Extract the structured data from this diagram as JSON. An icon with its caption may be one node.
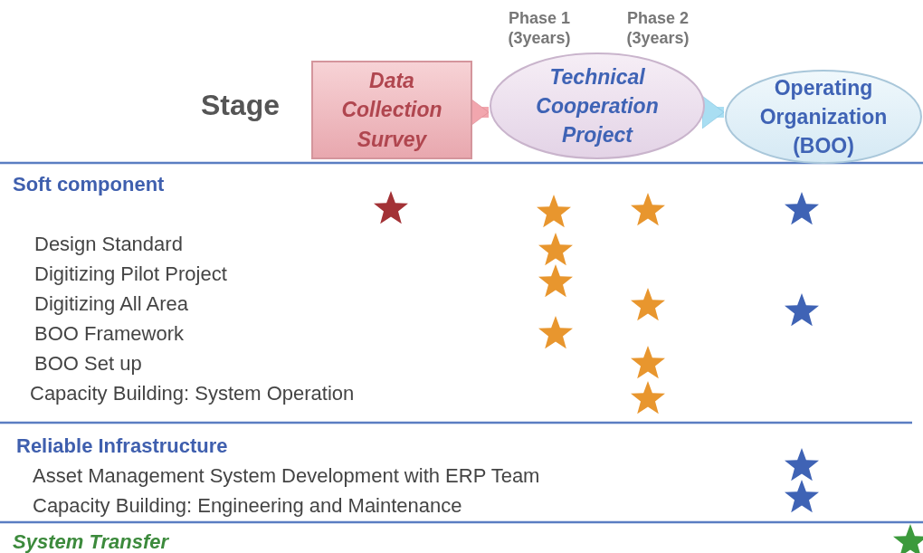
{
  "diagram": {
    "nodes": [
      {
        "text": [
          "Data Collection Survey"
        ]
      },
      {
        "text": [
          "Technical Cooperation Project"
        ]
      },
      {
        "text": [
          "Operating Organization (BOO)"
        ]
      }
    ],
    "edges": [
      {
        "from": 0,
        "to": 1,
        "arrow": "to",
        "color": "#f2a6ae"
      },
      {
        "from": 1,
        "to": 2,
        "arrow": "to",
        "color": "#a9def2"
      }
    ],
    "labels": [
      "Stage",
      "Phase 1 (3years)",
      "Phase 2 (3years)",
      "Soft component",
      "Design Standard",
      "Digitizing Pilot Project",
      "Digitizing  All Area",
      "BOO Framework",
      "BOO Set up",
      "Capacity Building: System Operation",
      "Reliable Infrastructure",
      "Asset Management System Development with ERP Team",
      "Capacity Building: Engineering and Maintenance",
      "System Transfer"
    ]
  }
}
